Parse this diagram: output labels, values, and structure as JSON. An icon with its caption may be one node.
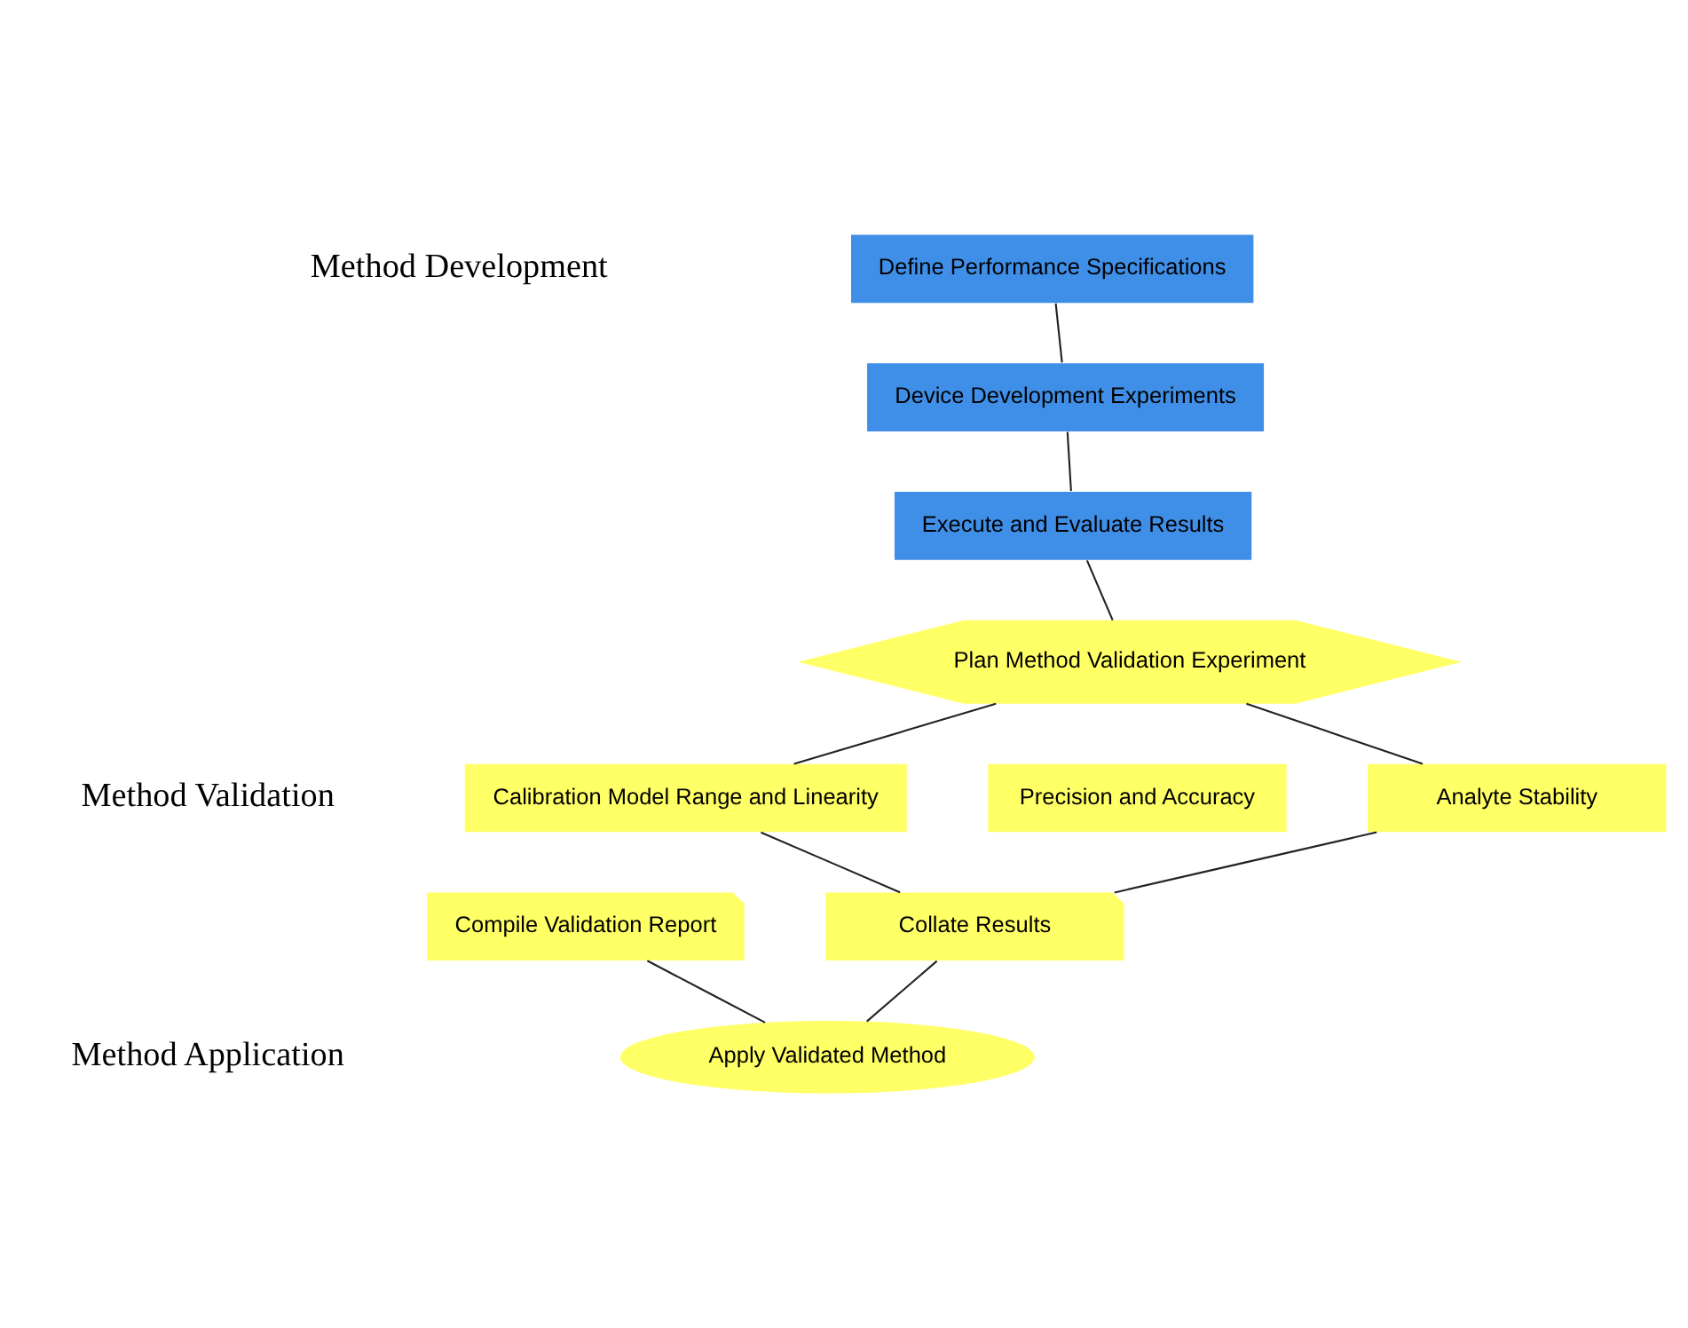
{
  "diagram": {
    "nodes": [
      {
        "text": [
          "Define Performance Specifications"
        ]
      },
      {
        "text": [
          "Device Development Experiments"
        ]
      },
      {
        "text": [
          "Execute and Evaluate Results"
        ]
      },
      {
        "text": [
          "Plan Method Validation Experiment"
        ]
      },
      {
        "text": [
          "Calibration Model Range and Linearity"
        ]
      },
      {
        "text": [
          "Precision and Accuracy"
        ]
      },
      {
        "text": [
          "Analyte Stability"
        ]
      },
      {
        "text": [
          "Collate Results"
        ]
      },
      {
        "text": [
          "Compile Validation Report"
        ]
      },
      {
        "text": [
          "Apply Validated Method"
        ]
      }
    ],
    "edges": [
      {
        "from": 0,
        "to": 1,
        "arrow": "none"
      },
      {
        "from": 1,
        "to": 2,
        "arrow": "none"
      },
      {
        "from": 2,
        "to": 3,
        "arrow": "none"
      },
      {
        "from": 3,
        "to": 4,
        "arrow": "none"
      },
      {
        "from": 3,
        "to": 6,
        "arrow": "none"
      },
      {
        "from": 4,
        "to": 7,
        "arrow": "none"
      },
      {
        "from": 6,
        "to": 7,
        "arrow": "none"
      },
      {
        "from": 7,
        "to": 9,
        "arrow": "none"
      },
      {
        "from": 8,
        "to": 9,
        "arrow": "none"
      }
    ],
    "labels": [
      "Method Development",
      "Method Validation",
      "Method Application"
    ]
  }
}
